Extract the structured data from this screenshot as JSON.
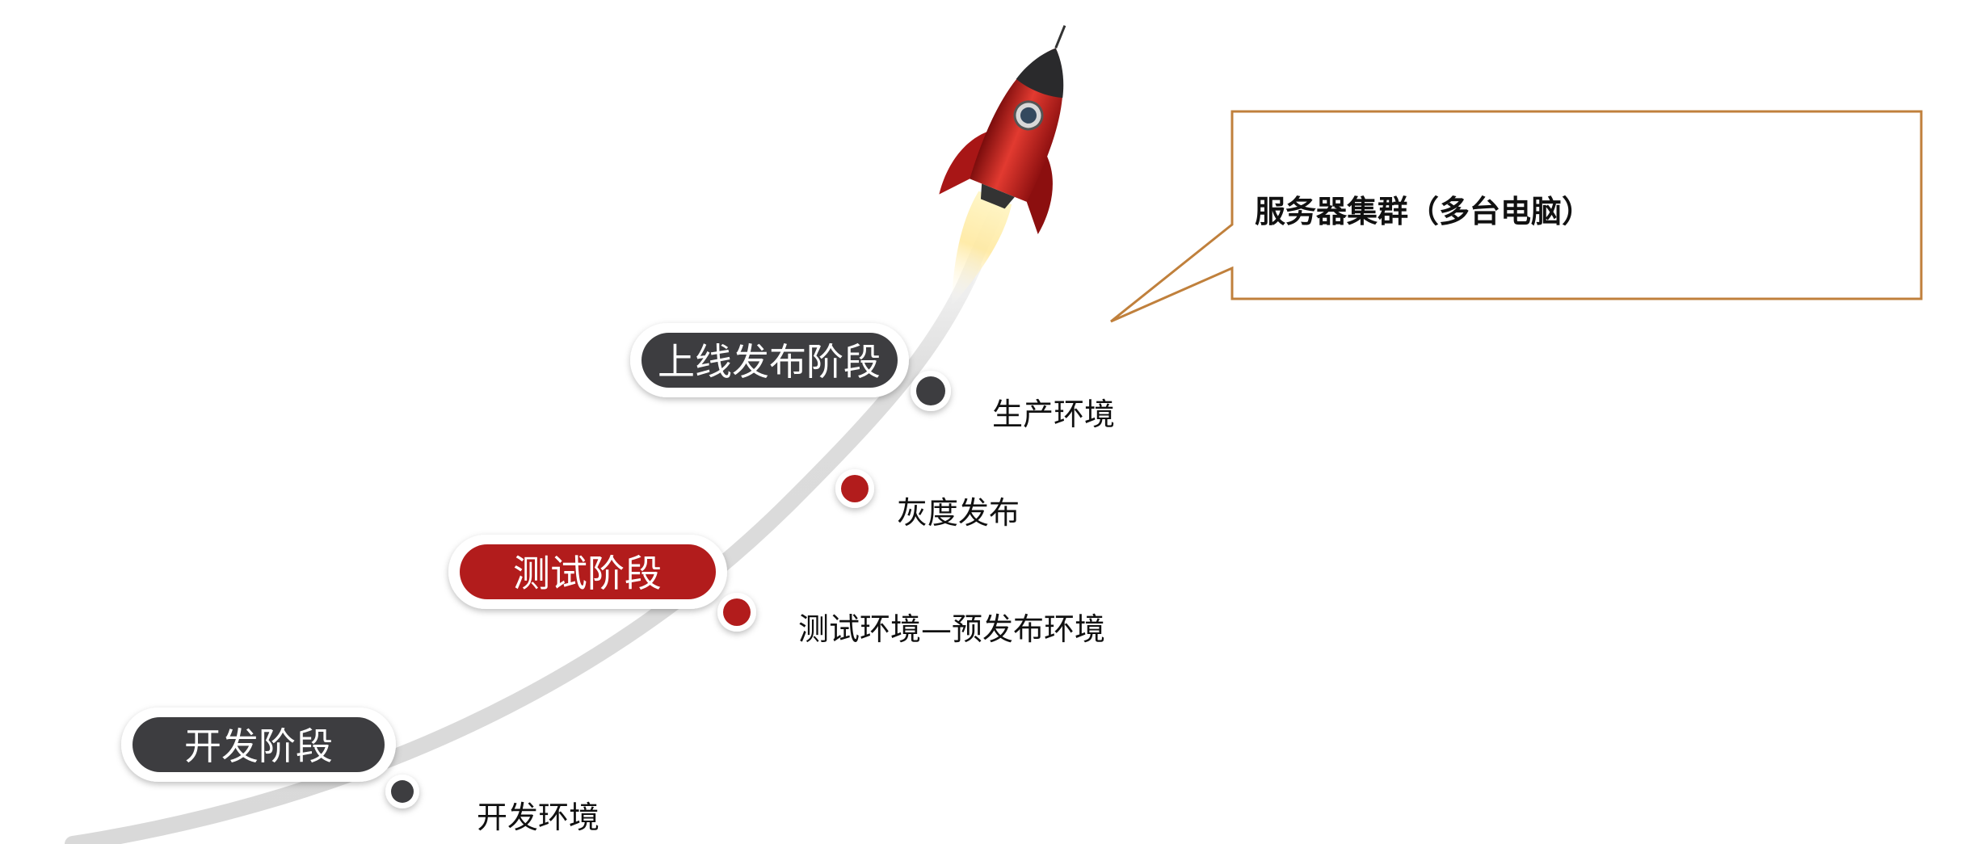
{
  "stages": [
    {
      "id": "dev",
      "label": "开发阶段",
      "color": "#3d3d3f"
    },
    {
      "id": "test",
      "label": "测试阶段",
      "color": "#b21d1d"
    },
    {
      "id": "release",
      "label": "上线发布阶段",
      "color": "#3d3d3f"
    }
  ],
  "environments": [
    {
      "id": "dev-env",
      "label": "开发环境",
      "dot_color": "#3d3d3f"
    },
    {
      "id": "test-env",
      "label": "测试环境—预发布环境",
      "dot_color": "#b21d1d"
    },
    {
      "id": "gray",
      "label": "灰度发布",
      "dot_color": "#b21d1d"
    },
    {
      "id": "prod",
      "label": "生产环境",
      "dot_color": "#3d3d3f"
    }
  ],
  "callout": {
    "text": "服务器集群（多台电脑）",
    "border_color": "#c0803c"
  },
  "icons": {
    "rocket": "rocket-icon"
  },
  "colors": {
    "dark": "#3d3d3f",
    "red": "#b21d1d",
    "trail": "#dadada"
  }
}
